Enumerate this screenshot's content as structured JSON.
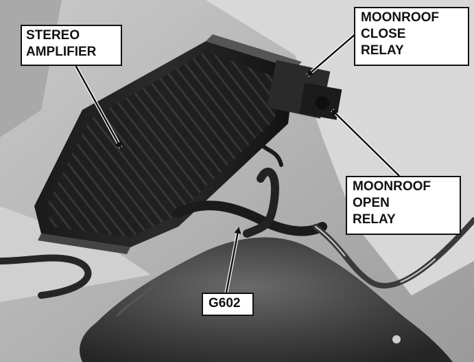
{
  "image": {
    "style": "grayscale"
  },
  "callouts": {
    "stereo_amplifier": {
      "lines": [
        "STEREO",
        "AMPLIFIER"
      ]
    },
    "moonroof_close_relay": {
      "lines": [
        "MOONROOF",
        "CLOSE",
        "RELAY"
      ]
    },
    "moonroof_open_relay": {
      "lines": [
        "MOONROOF",
        "OPEN",
        "RELAY"
      ]
    },
    "ground": {
      "lines": [
        "G602"
      ]
    }
  }
}
